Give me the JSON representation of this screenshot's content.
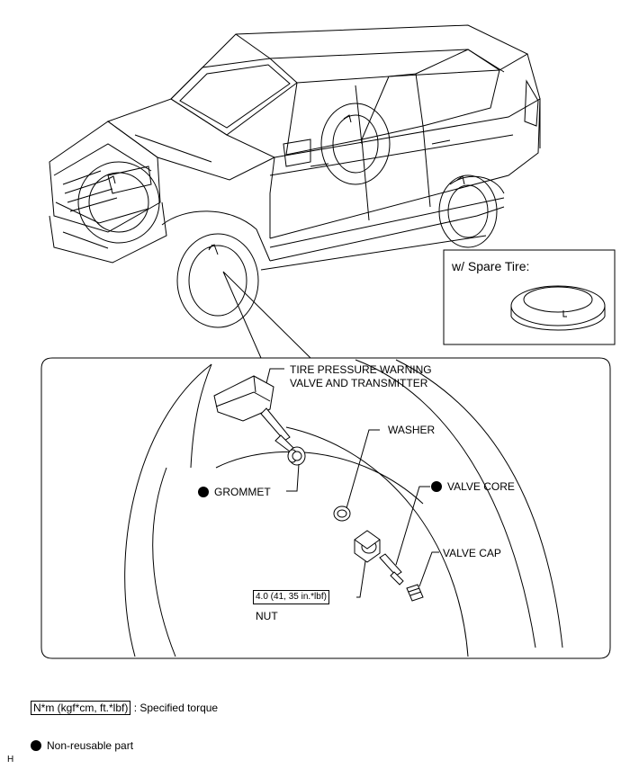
{
  "spare_box": {
    "title": "w/ Spare Tire:"
  },
  "callouts": {
    "transmitter_line1": "TIRE PRESSURE WARNING",
    "transmitter_line2": "VALVE AND TRANSMITTER",
    "washer": "WASHER",
    "grommet": "GROMMET",
    "valve_core": "VALVE CORE",
    "valve_cap": "VALVE CAP",
    "nut_torque": "4.0 (41, 35 in.*lbf)",
    "nut": "NUT"
  },
  "legend": {
    "torque_unit": "N*m (kgf*cm, ft.*lbf)",
    "torque_desc": ": Specified torque",
    "non_reusable": "Non-reusable part"
  },
  "footer": {
    "code": "H"
  }
}
